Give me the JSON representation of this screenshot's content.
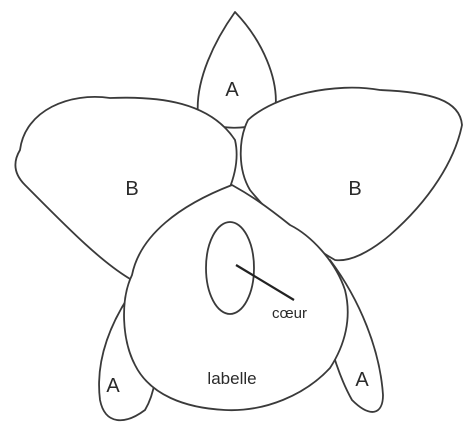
{
  "labels": {
    "petal_top": "A",
    "petal_left": "B",
    "petal_right": "B",
    "sepal_bottom_left": "A",
    "sepal_bottom_right": "A",
    "heart": "cœur",
    "lip": "labelle"
  }
}
